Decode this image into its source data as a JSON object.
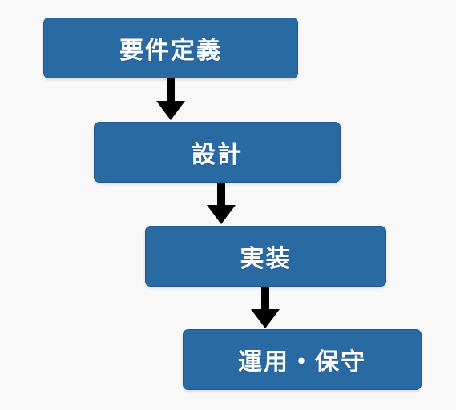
{
  "flow": {
    "steps": [
      {
        "label": "要件定義"
      },
      {
        "label": "設計"
      },
      {
        "label": "実装"
      },
      {
        "label": "運用・保守"
      }
    ]
  },
  "colors": {
    "box_fill": "#2a6aa3",
    "box_text": "#ffffff",
    "arrow": "#000000",
    "background": "#f8f8f8"
  }
}
